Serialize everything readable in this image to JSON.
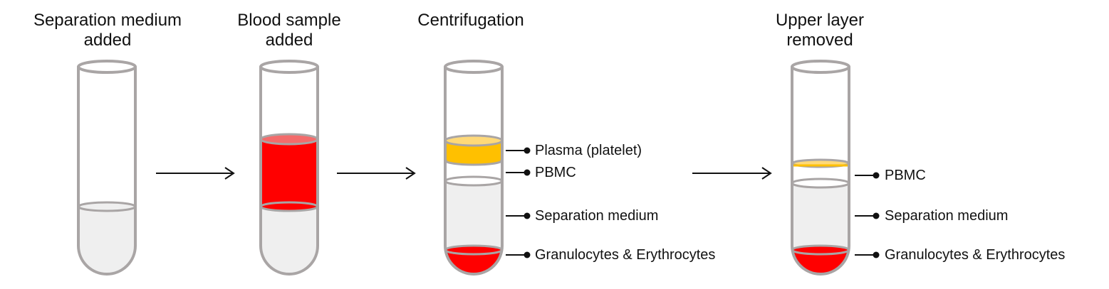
{
  "steps": [
    {
      "title": "Separation medium\nadded"
    },
    {
      "title": "Blood sample\nadded"
    },
    {
      "title": "Centrifugation"
    },
    {
      "title": "Upper layer\nremoved"
    }
  ],
  "labels": {
    "plasma": "Plasma (platelet)",
    "pbmc": "PBMC",
    "separation_medium": "Separation medium",
    "granulocytes": "Granulocytes & Erythrocytes"
  },
  "colors": {
    "tube_outline": "#a9a5a5",
    "medium": "#efefef",
    "blood": "#ff0000",
    "blood_top": "#f36b6b",
    "plasma": "#ffc000",
    "plasma_top": "#ffd978",
    "cells": "#ff0000",
    "arrow": "#111111"
  }
}
